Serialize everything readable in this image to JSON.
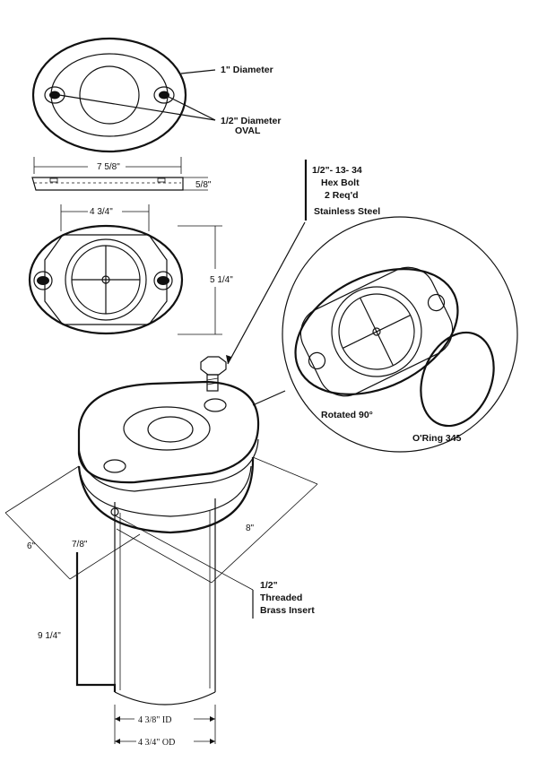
{
  "labels": {
    "diameter": "1\" Diameter",
    "oval_line1": "1/2\" Diameter",
    "oval_line2": "OVAL",
    "width_top": "7 5/8\"",
    "thickness": "5/8\"",
    "inner_width": "4 3/4\"",
    "height_plate": "5 1/4\"",
    "bolt_line1": "1/2\"- 13- 34",
    "bolt_line2": "Hex Bolt",
    "bolt_line3": "2 Req'd",
    "bolt_line4": "Stainless Steel",
    "rotated": "Rotated 90°",
    "oring": "O'Ring 345",
    "dim_6": "6\"",
    "dim_7_8": "7/8\"",
    "dim_8": "8\"",
    "insert_line1": "1/2\"",
    "insert_line2": "Threaded",
    "insert_line3": "Brass Insert",
    "dim_9_1_4": "9 1/4\"",
    "id_label": "4 3/8\" ID",
    "od_label": "4 3/4\" OD"
  }
}
